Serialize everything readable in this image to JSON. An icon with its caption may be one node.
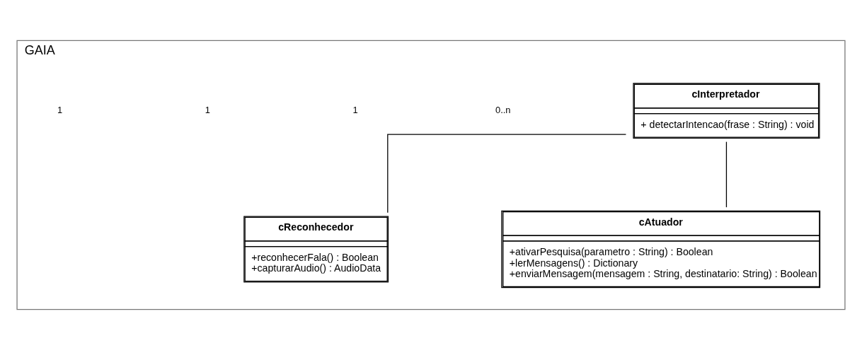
{
  "diagram": {
    "nodes": [
      {
        "text": [
          "GAIA"
        ]
      },
      {
        "text": [
          "cInterpretador",
          "+ detectarIntencao(frase : String) : void"
        ],
        "in": 0
      },
      {
        "text": [
          "cReconhecedor",
          "+reconhecerFala() : Boolean",
          "+capturarAudio() : AudioData"
        ],
        "in": 0
      },
      {
        "text": [
          "cAtuador",
          "+ativarPesquisa(parametro : String) : Boolean",
          "+lerMensagens() : Dictionary",
          "+enviarMensagem(mensagem : String, destinatario: String) : Boolean"
        ],
        "in": 0
      }
    ],
    "edges": [
      {
        "from": 1,
        "to": 2,
        "arrow": "none"
      },
      {
        "from": 1,
        "to": 3,
        "arrow": "none"
      }
    ],
    "labels": [
      "0..n",
      "1",
      "1",
      "1"
    ]
  }
}
